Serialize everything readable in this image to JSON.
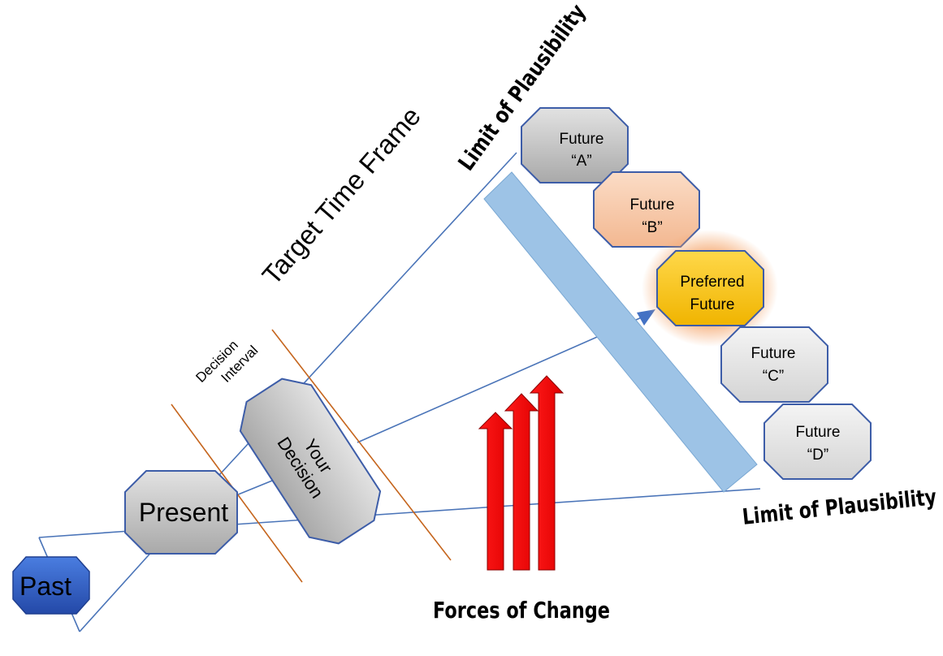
{
  "nodes": {
    "past": "Past",
    "present": "Present",
    "your_decision": [
      "Your",
      "Decision"
    ],
    "future_a": [
      "Future",
      "“A”"
    ],
    "future_b": [
      "Future",
      "“B”"
    ],
    "preferred_future": [
      "Preferred",
      "Future"
    ],
    "future_c": [
      "Future",
      "“C”"
    ],
    "future_d": [
      "Future",
      "“D”"
    ]
  },
  "labels": {
    "target_time_frame": "Target Time Frame",
    "decision_interval": [
      "Decision",
      "Interval"
    ],
    "limit_top": "Limit of Plausibility",
    "limit_bottom": "Limit of Plausibility",
    "forces_of_change": "Forces of Change"
  },
  "colors": {
    "cone_line": "#4a74b8",
    "interval_line": "#c5651d",
    "time_band": "#9dc3e6",
    "force_arrow": "#ff0000",
    "past": "#2f5ec4",
    "present": "#bfbfbf",
    "future_a": "#c0c0c0",
    "future_b": "#f8cbad",
    "preferred": "#ffc000",
    "future_c_d": "#e6e6e6"
  }
}
